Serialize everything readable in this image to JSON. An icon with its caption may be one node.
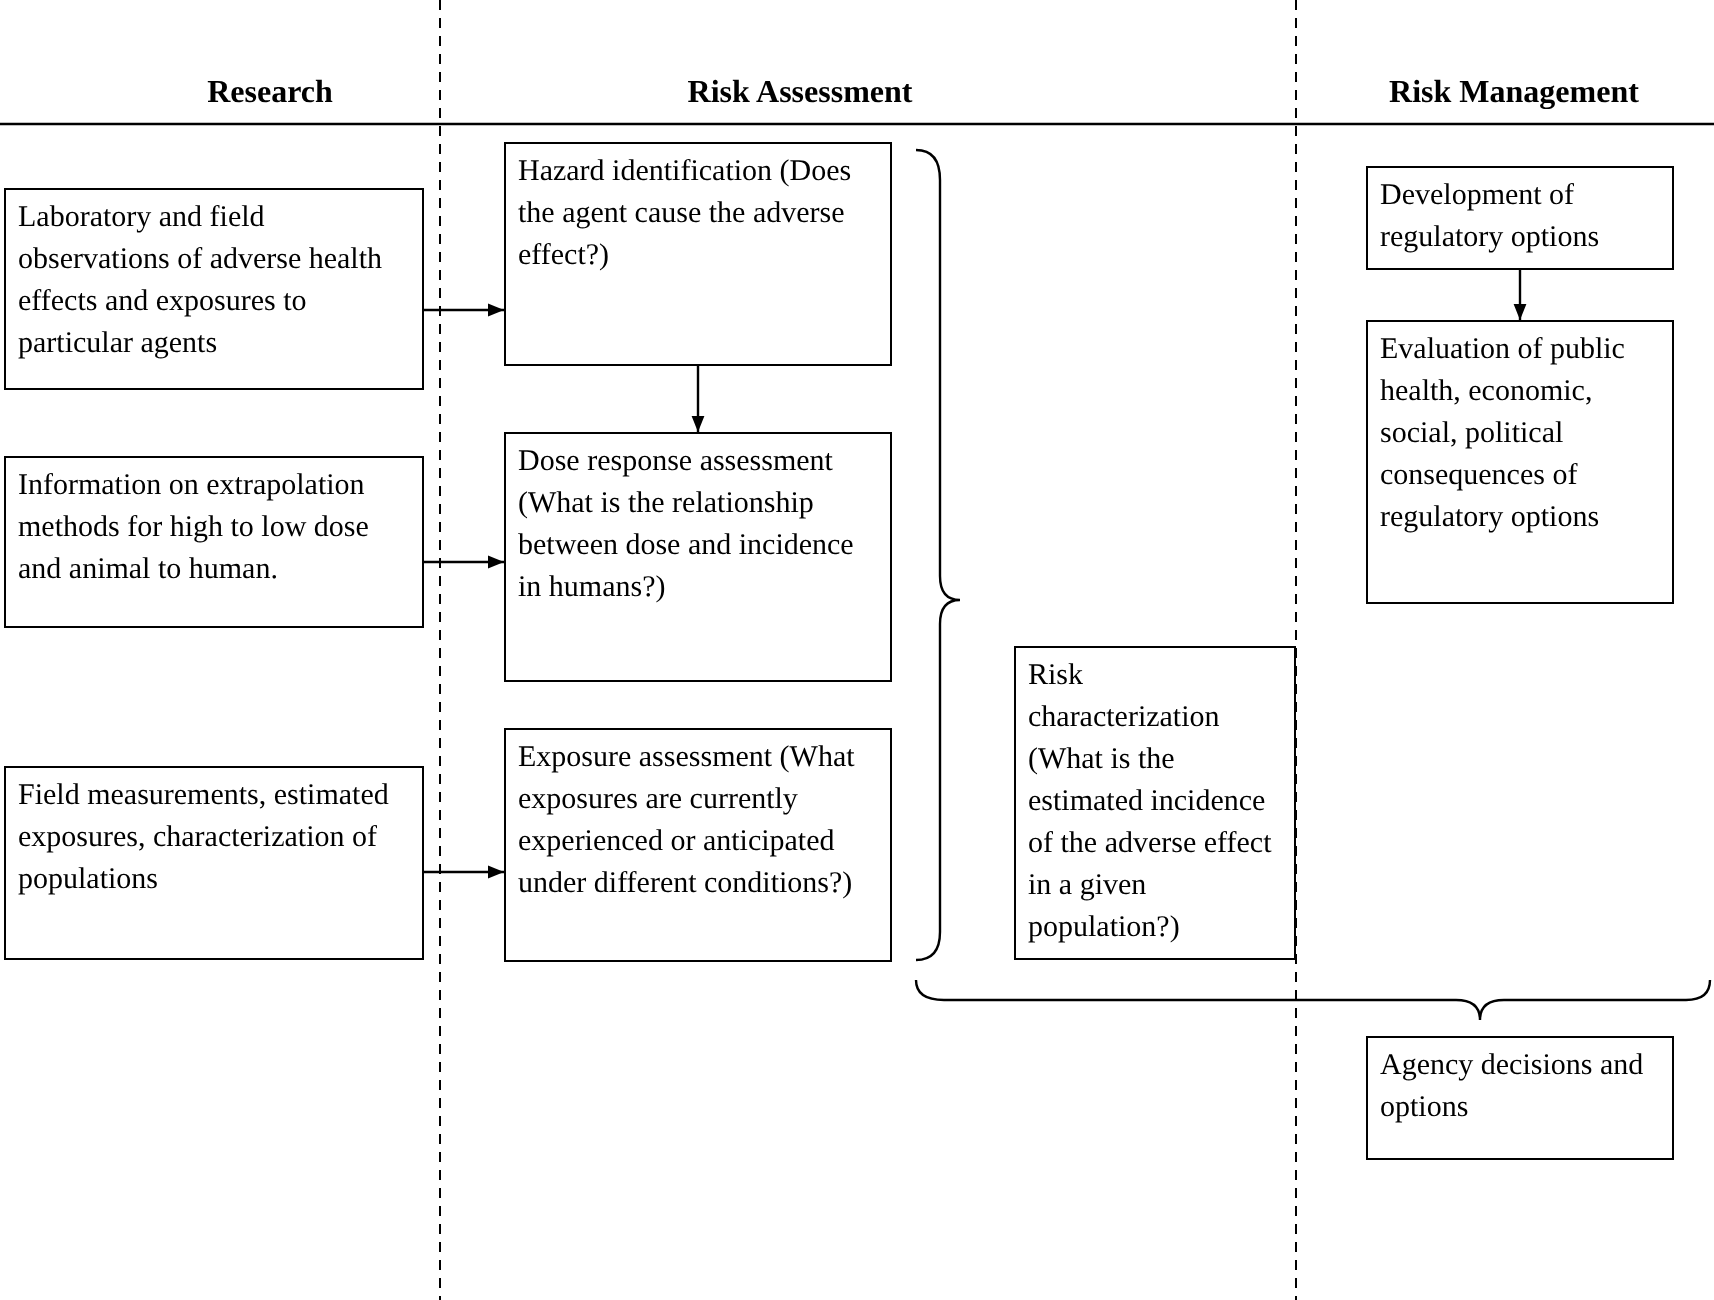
{
  "diagram": {
    "nodes": [
      {
        "text": [
          "Laboratory and field observations of adverse health effects and exposures to particular agents"
        ]
      },
      {
        "text": [
          "Information on extrapolation methods for high to low dose and animal to human."
        ]
      },
      {
        "text": [
          "Field measurements, estimated exposures, characterization of populations"
        ]
      },
      {
        "text": [
          "Hazard identification (Does the agent cause the adverse effect?)"
        ]
      },
      {
        "text": [
          "Dose response assessment (What is the relationship between dose and incidence in humans?)"
        ]
      },
      {
        "text": [
          "Exposure assessment (What exposures are currently experienced or anticipated under different conditions?)"
        ]
      },
      {
        "text": [
          "Risk characterization (What is the estimated incidence of the adverse effect in a given population?)"
        ]
      },
      {
        "text": [
          "Development of regulatory options"
        ]
      },
      {
        "text": [
          "Evaluation of public health, economic, social, political consequences of regulatory options"
        ]
      },
      {
        "text": [
          "Agency decisions and options"
        ]
      }
    ],
    "edges": [
      {
        "from": 0,
        "to": 3,
        "arrow": "to"
      },
      {
        "from": 1,
        "to": 4,
        "arrow": "to"
      },
      {
        "from": 2,
        "to": 5,
        "arrow": "to"
      },
      {
        "from": 3,
        "to": 4,
        "arrow": "to"
      },
      {
        "from": 7,
        "to": 8,
        "arrow": "to"
      }
    ],
    "labels": [
      "Research",
      "Risk Assessment",
      "Risk Management"
    ]
  }
}
